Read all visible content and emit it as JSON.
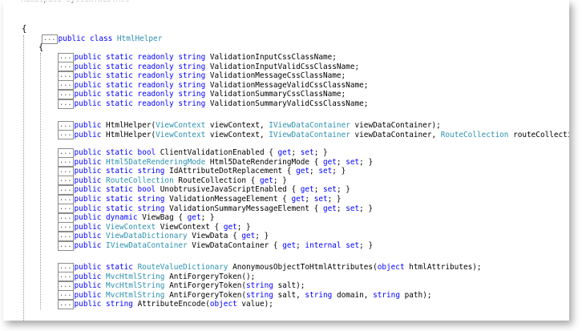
{
  "colors": {
    "keyword": "#0000ff",
    "type": "#2b91af",
    "identifier": "#000000",
    "collapse_box": "#8c8c8c"
  },
  "header_partial": "namespace System.Web.Mvc",
  "open_braces": [
    "{",
    "{"
  ],
  "collapsed_marker": "...",
  "class_line": [
    {
      "k": "kw",
      "t": "public class "
    },
    {
      "k": "type",
      "t": "HtmlHelper"
    }
  ],
  "groups": [
    [
      [
        {
          "k": "kw",
          "t": "public static readonly string "
        },
        {
          "k": "ident",
          "t": "ValidationInputCssClassName;"
        }
      ],
      [
        {
          "k": "kw",
          "t": "public static readonly string "
        },
        {
          "k": "ident",
          "t": "ValidationInputValidCssClassName;"
        }
      ],
      [
        {
          "k": "kw",
          "t": "public static readonly string "
        },
        {
          "k": "ident",
          "t": "ValidationMessageCssClassName;"
        }
      ],
      [
        {
          "k": "kw",
          "t": "public static readonly string "
        },
        {
          "k": "ident",
          "t": "ValidationMessageValidCssClassName;"
        }
      ],
      [
        {
          "k": "kw",
          "t": "public static readonly string "
        },
        {
          "k": "ident",
          "t": "ValidationSummaryCssClassName;"
        }
      ],
      [
        {
          "k": "kw",
          "t": "public static readonly string "
        },
        {
          "k": "ident",
          "t": "ValidationSummaryValidCssClassName;"
        }
      ]
    ],
    [
      [
        {
          "k": "kw",
          "t": "public "
        },
        {
          "k": "ident",
          "t": "HtmlHelper("
        },
        {
          "k": "type",
          "t": "ViewContext"
        },
        {
          "k": "ident",
          "t": " viewContext, "
        },
        {
          "k": "type",
          "t": "IViewDataContainer"
        },
        {
          "k": "ident",
          "t": " viewDataContainer);"
        }
      ],
      [
        {
          "k": "kw",
          "t": "public "
        },
        {
          "k": "ident",
          "t": "HtmlHelper("
        },
        {
          "k": "type",
          "t": "ViewContext"
        },
        {
          "k": "ident",
          "t": " viewContext, "
        },
        {
          "k": "type",
          "t": "IViewDataContainer"
        },
        {
          "k": "ident",
          "t": " viewDataContainer, "
        },
        {
          "k": "type",
          "t": "RouteCollection"
        },
        {
          "k": "ident",
          "t": " routeCollection);"
        }
      ]
    ],
    [
      [
        {
          "k": "kw",
          "t": "public static bool "
        },
        {
          "k": "ident",
          "t": "ClientValidationEnabled { "
        },
        {
          "k": "kw",
          "t": "get"
        },
        {
          "k": "ident",
          "t": "; "
        },
        {
          "k": "kw",
          "t": "set"
        },
        {
          "k": "ident",
          "t": "; }"
        }
      ],
      [
        {
          "k": "kw",
          "t": "public "
        },
        {
          "k": "type",
          "t": "Html5DateRenderingMode"
        },
        {
          "k": "ident",
          "t": " Html5DateRenderingMode { "
        },
        {
          "k": "kw",
          "t": "get"
        },
        {
          "k": "ident",
          "t": "; "
        },
        {
          "k": "kw",
          "t": "set"
        },
        {
          "k": "ident",
          "t": "; }"
        }
      ],
      [
        {
          "k": "kw",
          "t": "public static string "
        },
        {
          "k": "ident",
          "t": "IdAttributeDotReplacement { "
        },
        {
          "k": "kw",
          "t": "get"
        },
        {
          "k": "ident",
          "t": "; "
        },
        {
          "k": "kw",
          "t": "set"
        },
        {
          "k": "ident",
          "t": "; }"
        }
      ],
      [
        {
          "k": "kw",
          "t": "public "
        },
        {
          "k": "type",
          "t": "RouteCollection"
        },
        {
          "k": "ident",
          "t": " RouteCollection { "
        },
        {
          "k": "kw",
          "t": "get"
        },
        {
          "k": "ident",
          "t": "; }"
        }
      ],
      [
        {
          "k": "kw",
          "t": "public static bool "
        },
        {
          "k": "ident",
          "t": "UnobtrusiveJavaScriptEnabled { "
        },
        {
          "k": "kw",
          "t": "get"
        },
        {
          "k": "ident",
          "t": "; "
        },
        {
          "k": "kw",
          "t": "set"
        },
        {
          "k": "ident",
          "t": "; }"
        }
      ],
      [
        {
          "k": "kw",
          "t": "public static string "
        },
        {
          "k": "ident",
          "t": "ValidationMessageElement { "
        },
        {
          "k": "kw",
          "t": "get"
        },
        {
          "k": "ident",
          "t": "; "
        },
        {
          "k": "kw",
          "t": "set"
        },
        {
          "k": "ident",
          "t": "; }"
        }
      ],
      [
        {
          "k": "kw",
          "t": "public static string "
        },
        {
          "k": "ident",
          "t": "ValidationSummaryMessageElement { "
        },
        {
          "k": "kw",
          "t": "get"
        },
        {
          "k": "ident",
          "t": "; "
        },
        {
          "k": "kw",
          "t": "set"
        },
        {
          "k": "ident",
          "t": "; }"
        }
      ],
      [
        {
          "k": "kw",
          "t": "public dynamic "
        },
        {
          "k": "ident",
          "t": "ViewBag { "
        },
        {
          "k": "kw",
          "t": "get"
        },
        {
          "k": "ident",
          "t": "; }"
        }
      ],
      [
        {
          "k": "kw",
          "t": "public "
        },
        {
          "k": "type",
          "t": "ViewContext"
        },
        {
          "k": "ident",
          "t": " ViewContext { "
        },
        {
          "k": "kw",
          "t": "get"
        },
        {
          "k": "ident",
          "t": "; }"
        }
      ],
      [
        {
          "k": "kw",
          "t": "public "
        },
        {
          "k": "type",
          "t": "ViewDataDictionary"
        },
        {
          "k": "ident",
          "t": " ViewData { "
        },
        {
          "k": "kw",
          "t": "get"
        },
        {
          "k": "ident",
          "t": "; }"
        }
      ],
      [
        {
          "k": "kw",
          "t": "public "
        },
        {
          "k": "type",
          "t": "IViewDataContainer"
        },
        {
          "k": "ident",
          "t": " ViewDataContainer { "
        },
        {
          "k": "kw",
          "t": "get"
        },
        {
          "k": "ident",
          "t": "; "
        },
        {
          "k": "kw",
          "t": "internal set"
        },
        {
          "k": "ident",
          "t": "; }"
        }
      ]
    ],
    [
      [
        {
          "k": "kw",
          "t": "public static "
        },
        {
          "k": "type",
          "t": "RouteValueDictionary"
        },
        {
          "k": "ident",
          "t": " AnonymousObjectToHtmlAttributes("
        },
        {
          "k": "kw",
          "t": "object"
        },
        {
          "k": "ident",
          "t": " htmlAttributes);"
        }
      ],
      [
        {
          "k": "kw",
          "t": "public "
        },
        {
          "k": "type",
          "t": "MvcHtmlString"
        },
        {
          "k": "ident",
          "t": " AntiForgeryToken();"
        }
      ],
      [
        {
          "k": "kw",
          "t": "public "
        },
        {
          "k": "type",
          "t": "MvcHtmlString"
        },
        {
          "k": "ident",
          "t": " AntiForgeryToken("
        },
        {
          "k": "kw",
          "t": "string"
        },
        {
          "k": "ident",
          "t": " salt);"
        }
      ],
      [
        {
          "k": "kw",
          "t": "public "
        },
        {
          "k": "type",
          "t": "MvcHtmlString"
        },
        {
          "k": "ident",
          "t": " AntiForgeryToken("
        },
        {
          "k": "kw",
          "t": "string"
        },
        {
          "k": "ident",
          "t": " salt, "
        },
        {
          "k": "kw",
          "t": "string"
        },
        {
          "k": "ident",
          "t": " domain, "
        },
        {
          "k": "kw",
          "t": "string"
        },
        {
          "k": "ident",
          "t": " path);"
        }
      ],
      [
        {
          "k": "kw",
          "t": "public string "
        },
        {
          "k": "ident",
          "t": "AttributeEncode("
        },
        {
          "k": "kw",
          "t": "object"
        },
        {
          "k": "ident",
          "t": " value);"
        }
      ]
    ]
  ]
}
